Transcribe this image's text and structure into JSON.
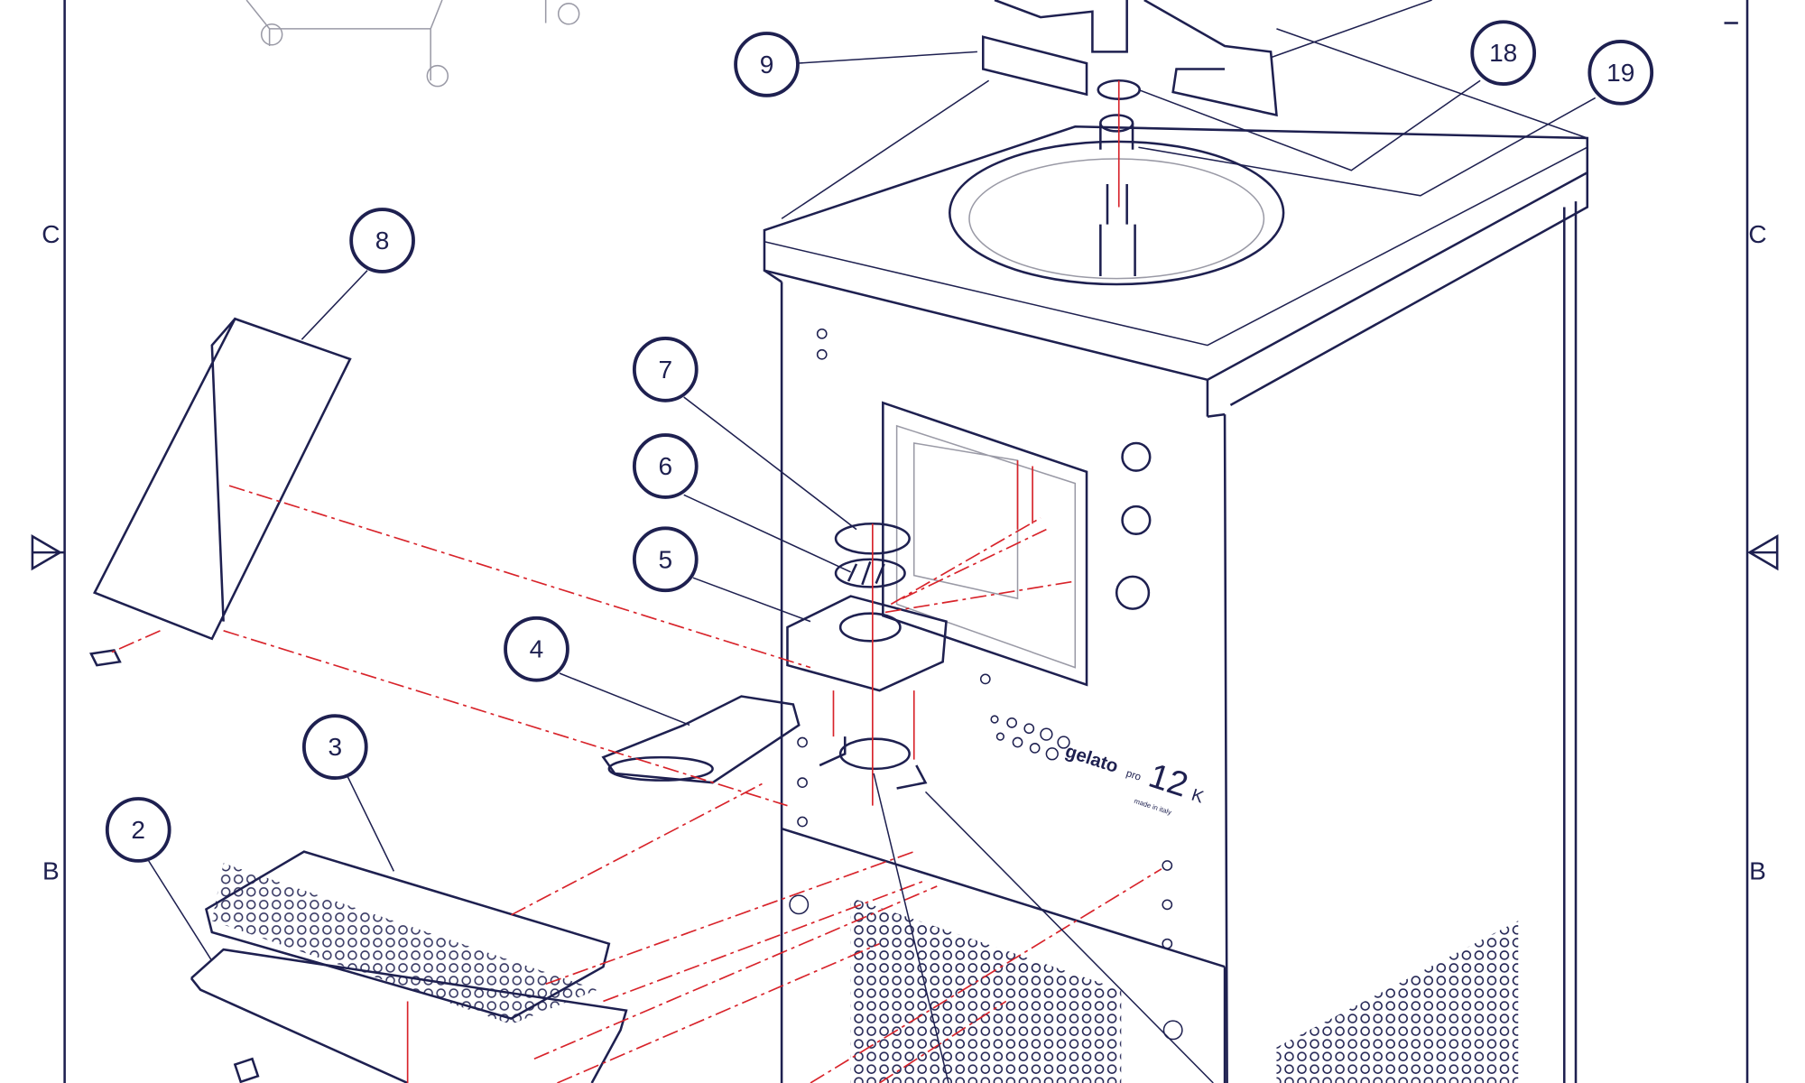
{
  "title": "Exploded parts diagram - gelato machine",
  "zones": {
    "left_top": "C",
    "right_top": "C",
    "left_bottom": "B",
    "right_bottom": "B"
  },
  "callouts": [
    "9",
    "18",
    "19",
    "8",
    "7",
    "6",
    "5",
    "4",
    "3",
    "2"
  ],
  "brand": {
    "name": "gelato",
    "sub": "pro",
    "model": "12",
    "suffix": "K",
    "tagline": "made in italy"
  },
  "colors": {
    "ink": "#1e2050",
    "leader": "#d8232a"
  }
}
